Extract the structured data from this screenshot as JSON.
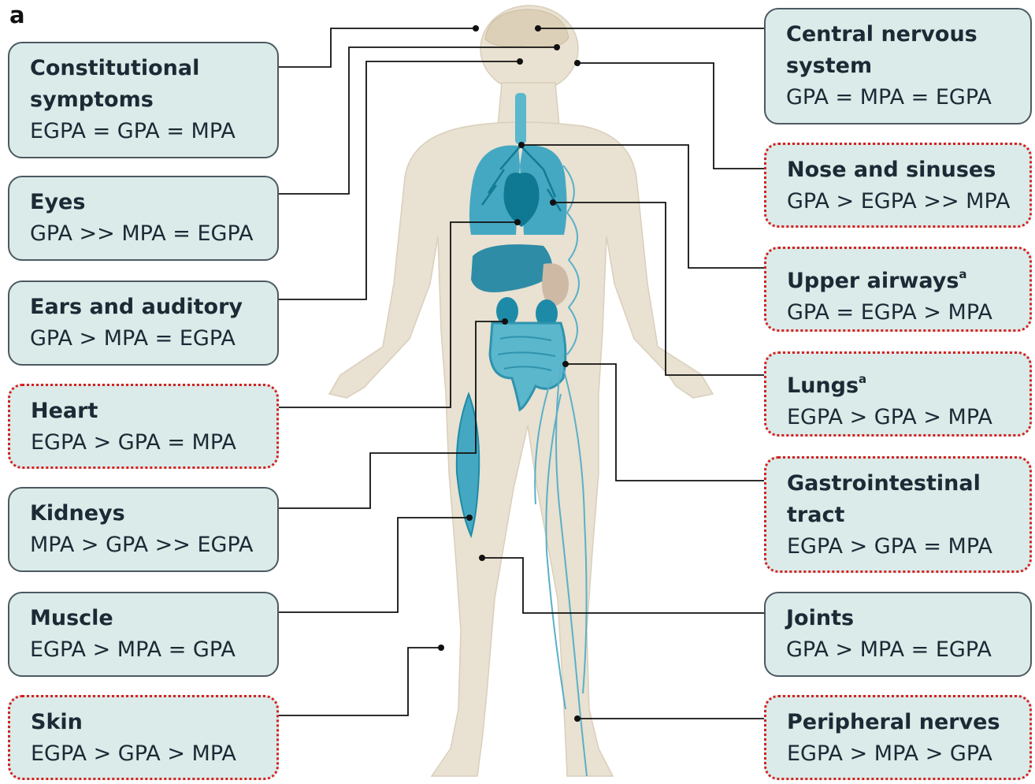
{
  "panel_label": "a",
  "boxes": {
    "constitutional": {
      "title": "Constitutional\nsymptoms",
      "ranking": "EGPA = GPA = MPA",
      "highlighted": false
    },
    "eyes": {
      "title": "Eyes",
      "ranking": "GPA >> MPA = EGPA",
      "highlighted": false
    },
    "ears": {
      "title": "Ears and auditory",
      "ranking": "GPA > MPA = EGPA",
      "highlighted": false
    },
    "heart": {
      "title": "Heart",
      "ranking": "EGPA > GPA = MPA",
      "highlighted": true
    },
    "kidneys": {
      "title": "Kidneys",
      "ranking": "MPA > GPA >> EGPA",
      "highlighted": false
    },
    "muscle": {
      "title": "Muscle",
      "ranking": "EGPA > MPA = GPA",
      "highlighted": false
    },
    "skin": {
      "title": "Skin",
      "ranking": "EGPA > GPA > MPA",
      "highlighted": true
    },
    "cns": {
      "title": "Central nervous\nsystem",
      "ranking": "GPA = MPA = EGPA",
      "highlighted": false
    },
    "nose": {
      "title": "Nose and sinuses",
      "ranking": "GPA > EGPA >> MPA",
      "highlighted": true
    },
    "upper_airways": {
      "title": "Upper airways",
      "superscript": "a",
      "ranking": "GPA = EGPA > MPA",
      "highlighted": true
    },
    "lungs": {
      "title": "Lungs",
      "superscript": "a",
      "ranking": "EGPA > GPA > MPA",
      "highlighted": true
    },
    "gi": {
      "title": "Gastrointestinal\ntract",
      "ranking": "EGPA > GPA = MPA",
      "highlighted": true
    },
    "joints": {
      "title": "Joints",
      "ranking": "GPA > MPA = EGPA",
      "highlighted": false
    },
    "peripheral_nerves": {
      "title": "Peripheral nerves",
      "ranking": "EGPA > MPA > GPA",
      "highlighted": true
    }
  },
  "colors": {
    "box_fill": "#dbebe9",
    "box_border": "#4c5962",
    "highlight_border": "#d6201f",
    "body_skin": "#e9e1d1",
    "organ_teal": "#3aa3bd",
    "organ_dark": "#12809c",
    "nerve_line": "#5ab0c8",
    "liver": "#2e8ca6",
    "kidney_brown": "#cdb9a4"
  }
}
